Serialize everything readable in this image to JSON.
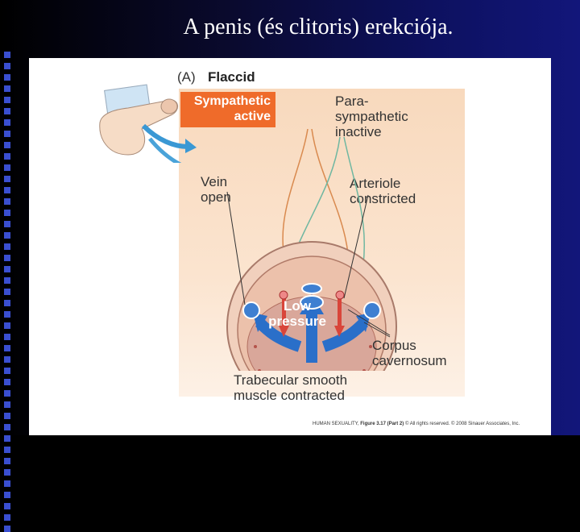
{
  "slide": {
    "title": "A penis (és clitoris) erekciója."
  },
  "figure": {
    "panel_label": "(A)",
    "panel_title": "Flaccid",
    "sympathetic": "Sympathetic active",
    "parasympathetic": "Para-sympathetic inactive",
    "vein": "Vein open",
    "arteriole": "Arteriole constricted",
    "pressure": "Low pressure",
    "corpus": "Corpus cavernosum",
    "trabecular": "Trabecular smooth muscle contracted",
    "credit_source": "HUMAN SEXUALITY,",
    "credit_figure": "Figure 3.17 (Part 2)",
    "credit_rest": "© All rights reserved. © 2008 Sinauer Associates, Inc."
  },
  "colors": {
    "badge": "#ef6b2a",
    "arrow_blue": "#2a6fc9",
    "arrow_red": "#d9453a",
    "nerve_orange": "#d98a4f",
    "nerve_green": "#6fb7a1"
  }
}
